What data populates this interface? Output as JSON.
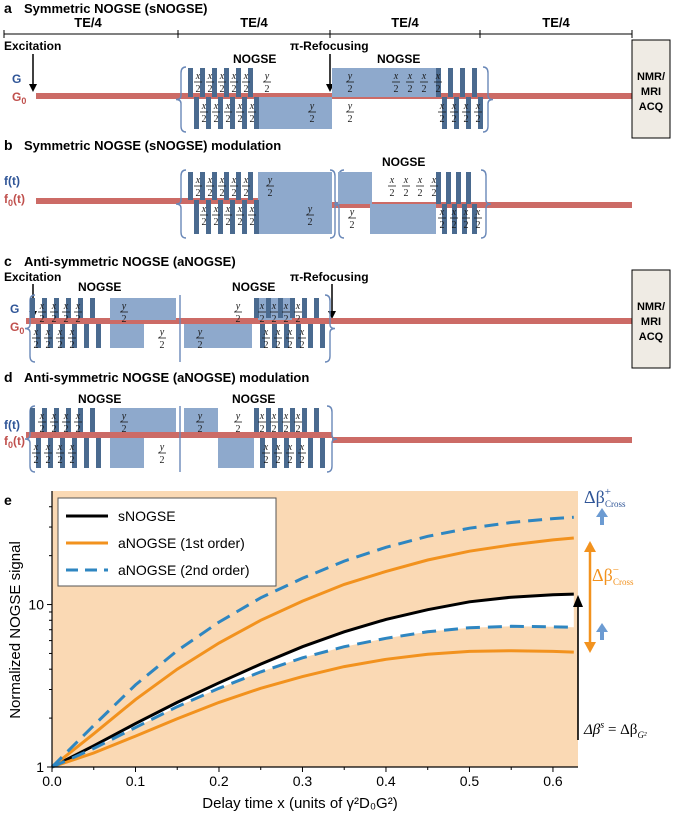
{
  "figure": {
    "panel_letters": [
      "a",
      "b",
      "c",
      "d",
      "e"
    ],
    "titles": {
      "a": "Symmetric NOGSE (sNOGSE)",
      "b": "Symmetric NOGSE (sNOGSE) modulation",
      "c": "Anti-symmetric NOGSE (aNOGSE)",
      "d": "Anti-symmetric NOGSE (aNOGSE) modulation"
    },
    "te_label": "TE/4",
    "excitation": "Excitation",
    "refocusing": "π-Refocusing",
    "nogse": "NOGSE",
    "acq_lines": [
      "NMR/",
      "MRI",
      "ACQ"
    ],
    "labels": {
      "G": "G",
      "G0": "G",
      "G0_sub": "0",
      "ft": "f(t)",
      "f0t": "f",
      "f0t_sub": "0",
      "f0t_rest": "(t)"
    },
    "frac": {
      "x": "x",
      "y": "y",
      "den": "2"
    },
    "colors": {
      "bar": "#4a6a8f",
      "block": "#8ea9cc",
      "red_line": "#cc6b66",
      "blue_text": "#2f5597",
      "red_text": "#c0504d",
      "orange": "#f2921e",
      "dashed": "#2e86c1",
      "shade": "#fad9b4"
    }
  },
  "chart_data": {
    "type": "line",
    "xlabel": "Delay time x (units of γ²D₀G²)",
    "ylabel": "Normalized NOGSE signal",
    "x_scale": "linear",
    "y_scale": "log",
    "xlim": [
      0.0,
      0.63
    ],
    "ylim": [
      1,
      50
    ],
    "x_ticks": [
      "0.0",
      "0.1",
      "0.2",
      "0.3",
      "0.4",
      "0.5",
      "0.6"
    ],
    "x_tick_values": [
      0,
      0.1,
      0.2,
      0.3,
      0.4,
      0.5,
      0.6
    ],
    "y_ticks": [
      "1",
      "10"
    ],
    "y_tick_values": [
      1,
      10
    ],
    "shaded_background": true,
    "legend_position": "top-left",
    "series": [
      {
        "name": "sNOGSE",
        "style": "solid",
        "color": "#000000",
        "x": [
          0,
          0.05,
          0.1,
          0.15,
          0.2,
          0.25,
          0.3,
          0.35,
          0.4,
          0.45,
          0.5,
          0.55,
          0.6,
          0.625
        ],
        "y": [
          1.0,
          1.35,
          1.85,
          2.5,
          3.3,
          4.3,
          5.5,
          6.8,
          8.1,
          9.3,
          10.4,
          11.1,
          11.5,
          11.6
        ]
      },
      {
        "name": "aNOGSE (1st order)",
        "style": "solid",
        "color": "#f2921e",
        "x": [
          0,
          0.05,
          0.1,
          0.15,
          0.2,
          0.25,
          0.3,
          0.35,
          0.4,
          0.45,
          0.5,
          0.55,
          0.6,
          0.625
        ],
        "y": [
          1.0,
          1.6,
          2.6,
          4.0,
          5.8,
          8.0,
          10.5,
          13.3,
          16.0,
          18.8,
          21.3,
          23.3,
          25.0,
          25.7
        ]
      },
      {
        "name": "aNOGSE (2nd order)",
        "style": "dashed",
        "color": "#2e86c1",
        "x": [
          0,
          0.05,
          0.1,
          0.15,
          0.2,
          0.25,
          0.3,
          0.35,
          0.4,
          0.45,
          0.5,
          0.55,
          0.6,
          0.625
        ],
        "y": [
          1.0,
          1.8,
          3.2,
          5.2,
          7.8,
          11.0,
          14.5,
          18.5,
          22.5,
          26.3,
          29.5,
          32.0,
          33.8,
          34.5
        ]
      },
      {
        "name": "",
        "style": "solid",
        "color": "#f2921e",
        "x": [
          0,
          0.05,
          0.1,
          0.15,
          0.2,
          0.25,
          0.3,
          0.35,
          0.4,
          0.45,
          0.5,
          0.55,
          0.6,
          0.625
        ],
        "y": [
          1.0,
          1.22,
          1.55,
          1.98,
          2.5,
          3.05,
          3.6,
          4.15,
          4.6,
          4.95,
          5.15,
          5.2,
          5.15,
          5.1
        ]
      },
      {
        "name": "",
        "style": "dashed",
        "color": "#2e86c1",
        "x": [
          0,
          0.05,
          0.1,
          0.15,
          0.2,
          0.25,
          0.3,
          0.35,
          0.4,
          0.45,
          0.5,
          0.55,
          0.6,
          0.625
        ],
        "y": [
          1.0,
          1.3,
          1.75,
          2.35,
          3.05,
          3.85,
          4.7,
          5.5,
          6.2,
          6.8,
          7.2,
          7.35,
          7.3,
          7.25
        ]
      }
    ],
    "annotations": {
      "cross_plus": {
        "main": "Δβ",
        "sup": "+",
        "sub": "Cross",
        "color": "#2f5597"
      },
      "cross_minus": {
        "main": "Δβ",
        "sup": "−",
        "sub": "Cross",
        "color": "#f2921e"
      },
      "delta_s": {
        "lhs": "Δβ",
        "lhs_sup": "s",
        "eq": " = Δβ",
        "rhs_sub": "G²"
      }
    }
  }
}
